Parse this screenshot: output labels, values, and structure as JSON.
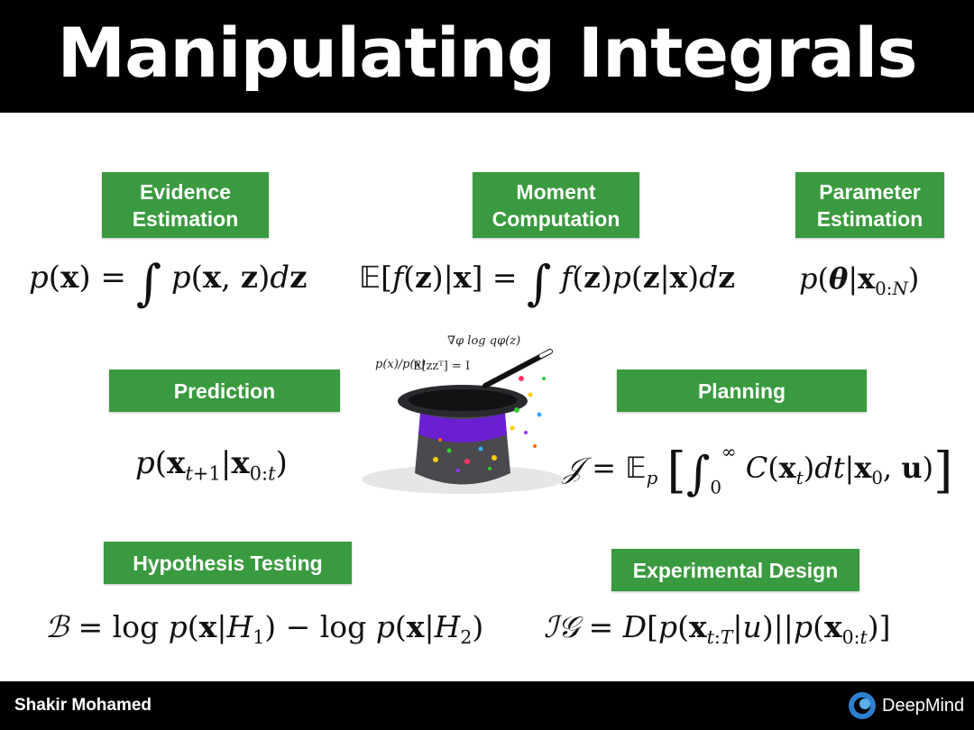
{
  "title": "Manipulating Integrals",
  "sections": {
    "evidence": {
      "label_line1": "Evidence",
      "label_line2": "Estimation",
      "lhs": "p(x) =",
      "rhs": "p(x, z)dz"
    },
    "moment": {
      "label_line1": "Moment",
      "label_line2": "Computation",
      "lhs": "E[f(z)|x] =",
      "rhs": "f(z)p(z|x)dz"
    },
    "parameter": {
      "label_line1": "Parameter",
      "label_line2": "Estimation",
      "formula": "p(θ|x0:N)"
    },
    "prediction": {
      "label": "Prediction",
      "formula": "p(xt+1|x0:t)"
    },
    "planning": {
      "label": "Planning",
      "formula": "J = Ep[∫0∞ C(xt)dt|x0, u]"
    },
    "hypothesis": {
      "label": "Hypothesis Testing",
      "formula": "B = log p(x|H1) − log p(x|H2)"
    },
    "experimental": {
      "label": "Experimental Design",
      "formula": "IG = D[p(xt:T|u)||p(x0:t)]"
    }
  },
  "hat_annotations": {
    "ratio": "p(x)/p(x)",
    "expectation": "E[zzᵀ] = I",
    "gradient": "∇φ log qφ(z)"
  },
  "footer": {
    "author": "Shakir Mohamed",
    "brand": "DeepMind"
  },
  "colors": {
    "label_green": "#3a9a3f",
    "hat_band": "#6a1fd1",
    "title_bar": "#000000"
  }
}
